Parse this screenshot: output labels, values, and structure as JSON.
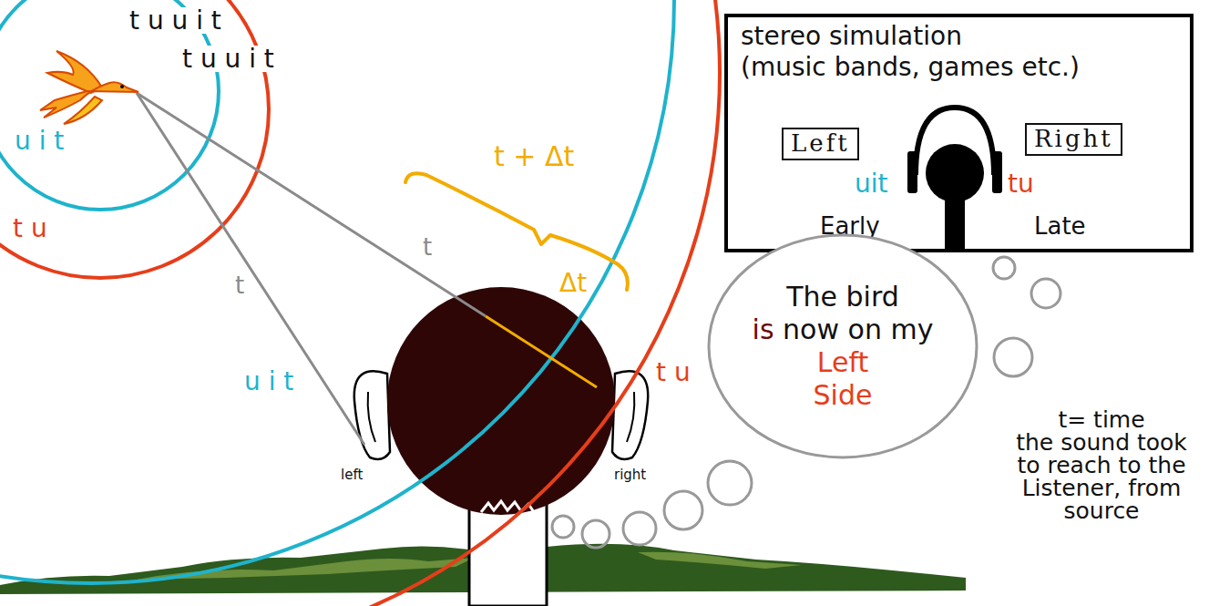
{
  "diagram": {
    "nodes": [
      {
        "text": [
          "stereo simulation (music bands, games etc.)",
          "uit",
          "tu",
          "Early",
          "Late"
        ]
      },
      {
        "text": [
          "Left"
        ],
        "in": 0
      },
      {
        "text": [
          "Right"
        ],
        "in": 0
      },
      {
        "text": [
          "The bird is now on my",
          "Left Side"
        ]
      }
    ],
    "labels": [
      "t u u i t",
      "t u u i t",
      "u i t",
      "t u",
      "t",
      "t",
      "t + Δt",
      "Δt",
      "u i t",
      "t u",
      "left",
      "right",
      "t= time the sound took to reach to the Listener, from source"
    ]
  }
}
